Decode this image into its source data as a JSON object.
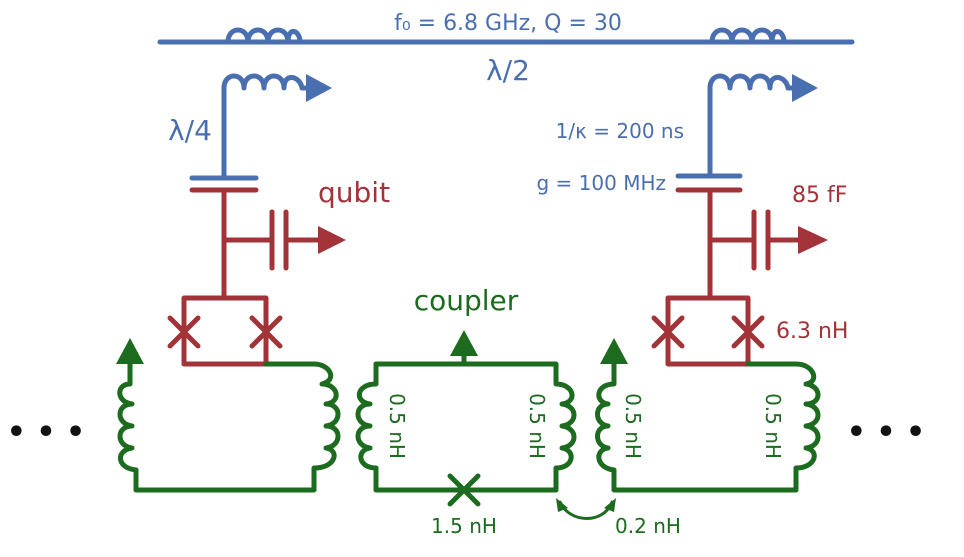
{
  "labels": {
    "resonator": "f₀ = 6.8 GHz, Q = 30",
    "half_wave": "λ/2",
    "quarter_wave": "λ/4",
    "decay": "1/κ = 200 ns",
    "coupling": "g = 100 MHz",
    "qubit": "qubit",
    "capacitance": "85 fF",
    "josephson_inductance": "6.3 nH",
    "coupler": "coupler",
    "coupler_junction": "1.5 nH",
    "mutual_inductance": "0.2 nH",
    "loop_inductance": "0.5 nH",
    "ellipsis": "• • •"
  },
  "colors": {
    "readout": "#4a6fb0",
    "qubit": "#a23338",
    "coupler": "#1c6b1f",
    "ellipsis": "#111111"
  }
}
